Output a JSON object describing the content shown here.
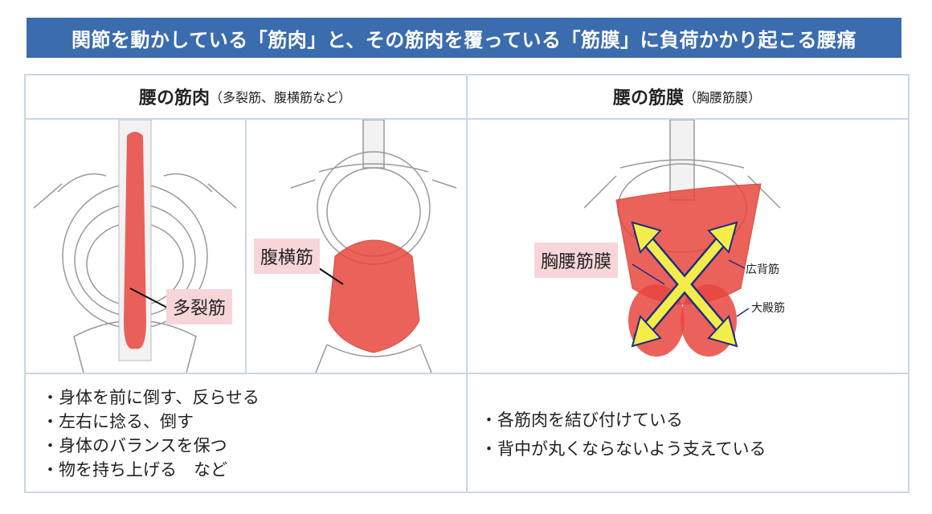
{
  "title": "関節を動かしている「筋肉」と、その筋肉を覆っている「筋膜」に負荷かかり起こる腰痛",
  "left": {
    "heading": "腰の筋肉",
    "heading_note": "（多裂筋、腹横筋など）",
    "labels": {
      "multifidus": "多裂筋",
      "transversus": "腹横筋"
    },
    "bullets": [
      "・身体を前に倒す、反らせる",
      "・左右に捻る、倒す",
      "・身体のバランスを保つ",
      "・物を持ち上げる　など"
    ]
  },
  "right": {
    "heading": "腰の筋膜",
    "heading_note": "（胸腰筋膜）",
    "labels": {
      "fascia": "胸腰筋膜",
      "latissimus": "広背筋",
      "gluteus": "大殿筋"
    },
    "bullets": [
      "・各筋肉を結び付けている",
      "・背中が丸くならないよう支えている"
    ]
  },
  "colors": {
    "title_bg": "#3b6cae",
    "label_bg": "#f7d5d8",
    "muscle": "#e8473f",
    "arrow": "#f5ec4a"
  }
}
